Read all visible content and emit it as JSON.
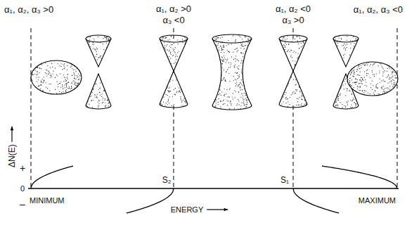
{
  "diagram": {
    "labels": [
      "α₁, α₂, α₃ >0",
      "α₁, α₂ >0",
      "α₃ <0",
      "α₁, α₂ <0",
      "α₃ >0",
      "α₁, α₂, α₃ <0",
      "ΔN(E)",
      "+",
      "0",
      "–",
      "MINIMUM",
      "S₂",
      "ENERGY",
      "S₁",
      "MAXIMUM"
    ]
  }
}
